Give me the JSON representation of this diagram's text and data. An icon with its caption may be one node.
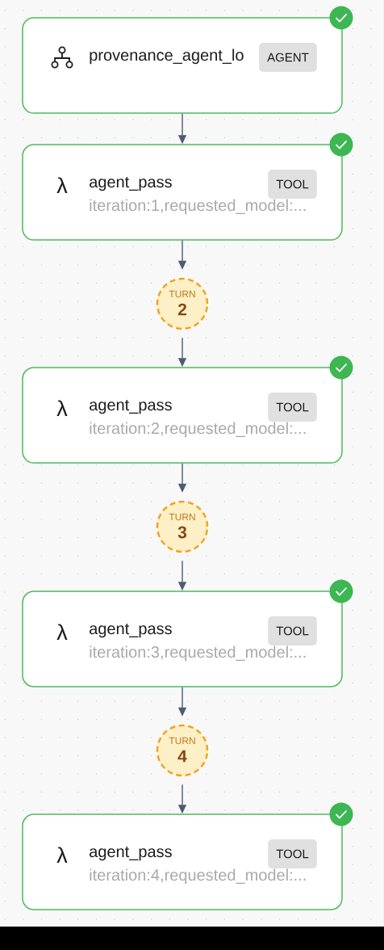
{
  "diagram": {
    "nodes": [
      {
        "text": [
          "provenance_agent_lo"
        ]
      },
      {
        "text": [
          "AGENT"
        ],
        "in": 0
      },
      {
        "text": [
          "λ",
          "agent_pass",
          "iteration:1,requested_model:..."
        ]
      },
      {
        "text": [
          "TOOL"
        ],
        "in": 2
      },
      {
        "text": [
          "TURN",
          "2"
        ]
      },
      {
        "text": [
          "λ",
          "agent_pass",
          "iteration:2,requested_model:..."
        ]
      },
      {
        "text": [
          "TOOL"
        ],
        "in": 5
      },
      {
        "text": [
          "TURN",
          "3"
        ]
      },
      {
        "text": [
          "λ",
          "agent_pass",
          "iteration:3,requested_model:..."
        ]
      },
      {
        "text": [
          "TOOL"
        ],
        "in": 8
      },
      {
        "text": [
          "TURN",
          "4"
        ]
      },
      {
        "text": [
          "λ",
          "agent_pass",
          "iteration:4,requested_model:..."
        ]
      },
      {
        "text": [
          "TOOL"
        ],
        "in": 11
      }
    ],
    "edges": [
      {
        "from": 0,
        "to": 2,
        "arrow": "to"
      },
      {
        "from": 2,
        "to": 4,
        "arrow": "to"
      },
      {
        "from": 4,
        "to": 5,
        "arrow": "to"
      },
      {
        "from": 5,
        "to": 7,
        "arrow": "to"
      },
      {
        "from": 7,
        "to": 8,
        "arrow": "to"
      },
      {
        "from": 8,
        "to": 10,
        "arrow": "to"
      },
      {
        "from": 10,
        "to": 11,
        "arrow": "to"
      }
    ]
  }
}
